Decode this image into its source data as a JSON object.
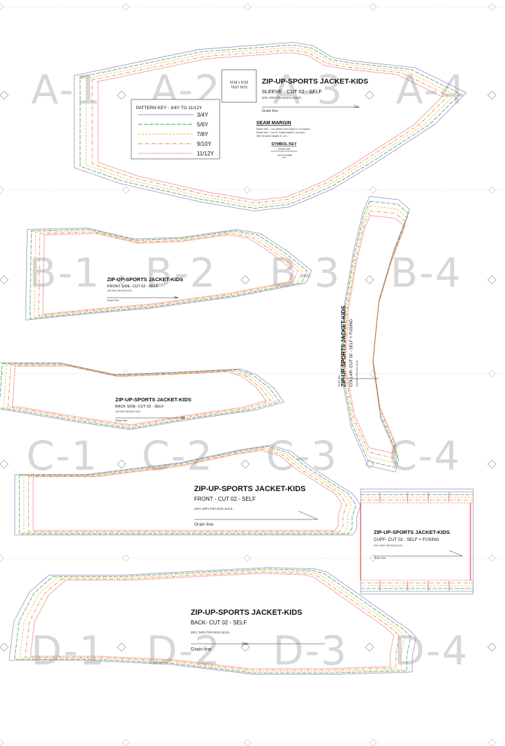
{
  "tiles": [
    "A-1",
    "A-2",
    "A-3",
    "A-4",
    "B-1",
    "B-2",
    "B-3",
    "B-4",
    "C-1",
    "C-2",
    "C-3",
    "C-4",
    "D-1",
    "D-2",
    "D-3",
    "D-4"
  ],
  "colors": {
    "s34": "#9b8fc6",
    "s56": "#3d9f6a",
    "s78": "#e8b93a",
    "s910": "#e67a2e",
    "s1112": "#e03535"
  },
  "sleeve": {
    "test_box": "5CM x 5CM\nTEST BOX",
    "title": "ZIP-UP-SPORTS JACKET-KIDS",
    "subtitle": "SLEEVE - CUT 02 - SELF",
    "sizes": "3/4Y, 5/6Y,7/8Y,9/10Y,11/12Y,",
    "grain": "Grain line",
    "key_title": "PATTERN KEY - 3/4Y TO 11/12Y",
    "key_items": [
      "3/4Y",
      "5/6Y",
      "7/8Y",
      "9/10Y",
      "11/12Y"
    ],
    "seam_title": "SEAM MARGIN",
    "seam_lines": [
      "Sleeve Hem - 2 cm (Sleeve Hem Depth is 2 cm folded )",
      "Bottom hem - 2 cm (1\" Double folded & 1cm hem)",
      "Other all seam margins is 1 cm."
    ],
    "symbol_title": "SYMBOL KEY",
    "symbol_grain": "GRAIN LINE",
    "symbol_notch": "NOTCH MARK"
  },
  "front_side": {
    "title": "ZIP-UP-SPORTS JACKET-KIDS",
    "subtitle": "FRONT SIDE- CUT 02 - SELF",
    "sizes": "3/4Y,5/6Y,7/8Y,9/10,11/12,",
    "grain": "Grain line"
  },
  "back_side": {
    "title": "ZIP-UP-SPORTS JACKET-KIDS",
    "subtitle": "BACK SIDE- CUT 02 - SELF",
    "sizes": "3/4Y,5/6Y,7/8Y,9/10,11/12,",
    "grain": "Grain line"
  },
  "collar": {
    "title": "ZIP-UP-SPORTS JACKET-KIDS",
    "subtitle": "COLLAR- CUT 02 - SELF + FUSING",
    "sizes": "3/4Y,5/6Y,7/8Y,9/10,11/12,",
    "grain": "Grain line"
  },
  "front": {
    "title": "ZIP-UP-SPORTS JACKET-KIDS",
    "subtitle": "FRONT - CUT 02 - SELF",
    "sizes": "3/4Y, 5/6Y,7/8Y,9/10,11/12,",
    "grain": "Grain line"
  },
  "cuff": {
    "title": "ZIP-UP-SPORTS JACKET-KIDS",
    "subtitle": "CUFF- CUT 02 - SELF + FUSING",
    "sizes": "3/4Y, 5/6Y,7/8Y,9/10,11/12,",
    "grain": "Grain line"
  },
  "back": {
    "title": "ZIP-UP-SPORTS JACKET-KIDS",
    "subtitle": "BACK- CUT 02 - SELF",
    "sizes": "3/4Y, 5/6Y,7/8Y,9/10,11/12,",
    "grain": "Grain line"
  }
}
